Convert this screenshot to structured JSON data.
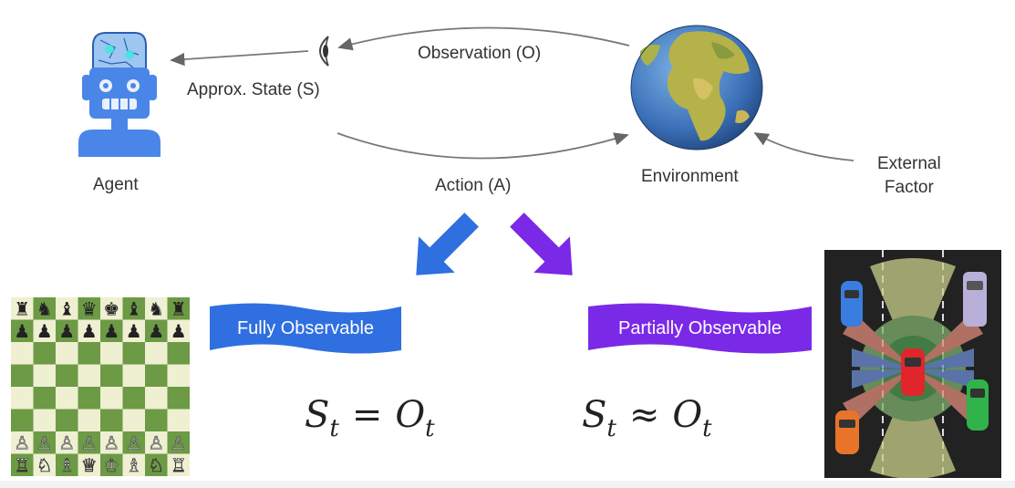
{
  "labels": {
    "agent": "Agent",
    "approx_state": "Approx. State (S)",
    "observation": "Observation (O)",
    "action": "Action (A)",
    "environment": "Environment",
    "external_line1": "External",
    "external_line2": "Factor"
  },
  "banners": {
    "fully": "Fully Observable",
    "partially": "Partially Observable"
  },
  "equations": {
    "fully": {
      "lhs": "S",
      "lhs_sub": "t",
      "op": "=",
      "rhs": "O",
      "rhs_sub": "t"
    },
    "partially": {
      "lhs": "S",
      "lhs_sub": "t",
      "op": "≈",
      "rhs": "O",
      "rhs_sub": "t"
    }
  },
  "chess": {
    "black_back": [
      "♜",
      "♞",
      "♝",
      "♛",
      "♚",
      "♝",
      "♞",
      "♜"
    ],
    "black_pawns": [
      "♟",
      "♟",
      "♟",
      "♟",
      "♟",
      "♟",
      "♟",
      "♟"
    ],
    "white_pawns": [
      "♙",
      "♙",
      "♙",
      "♙",
      "♙",
      "♙",
      "♙",
      "♙"
    ],
    "white_back": [
      "♖",
      "♘",
      "♗",
      "♕",
      "♔",
      "♗",
      "♘",
      "♖"
    ]
  },
  "colors": {
    "blue_banner": "#2f6fe0",
    "purple_banner": "#7a2ae6",
    "agent_blue": "#4a86e8",
    "board_light": "#efefd2",
    "board_dark": "#6d9a45",
    "road": "#222222"
  },
  "icons": {
    "agent": "robot-icon",
    "eye": "eye-icon",
    "environment": "globe-icon",
    "chess": "chessboard-icon",
    "car": "autonomous-car-icon"
  }
}
